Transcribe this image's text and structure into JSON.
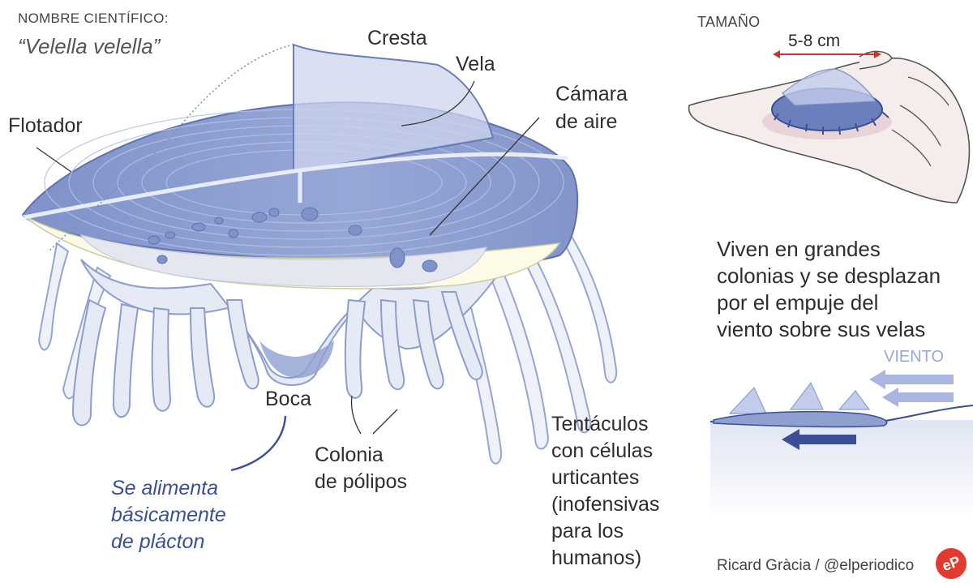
{
  "header": {
    "scientific_name_label": "NOMBRE CIENTÍFICO:",
    "scientific_name": "“Velella velella”"
  },
  "labels": {
    "cresta": "Cresta",
    "vela": "Vela",
    "camara_line1": "Cámara",
    "camara_line2": "de aire",
    "flotador": "Flotador",
    "boca": "Boca",
    "colonia_line1": "Colonia",
    "colonia_line2": "de pólipos",
    "tentaculos": [
      "Tentáculos",
      "con células",
      "urticantes",
      "(inofensivas",
      "para los",
      "humanos)"
    ],
    "alimenta": [
      "Se alimenta",
      "básicamente",
      "de plácton"
    ]
  },
  "size_panel": {
    "title": "TAMAÑO",
    "measure": "5-8 cm"
  },
  "colony_text": [
    "Viven en grandes",
    "colonias y se desplazan",
    "por el empuje del",
    "viento sobre sus velas"
  ],
  "wind_label": "VIENTO",
  "credit": "Ricard Gràcia / @elperiodico",
  "logo_text": "eP",
  "colors": {
    "float_blue": "#8e9fd0",
    "dark_blue": "#3a4f96",
    "light_blue": "#cfd7ee",
    "pale_blue": "#e9edf7",
    "red_arrow": "#c0392b",
    "logo_red": "#e23a2e"
  }
}
